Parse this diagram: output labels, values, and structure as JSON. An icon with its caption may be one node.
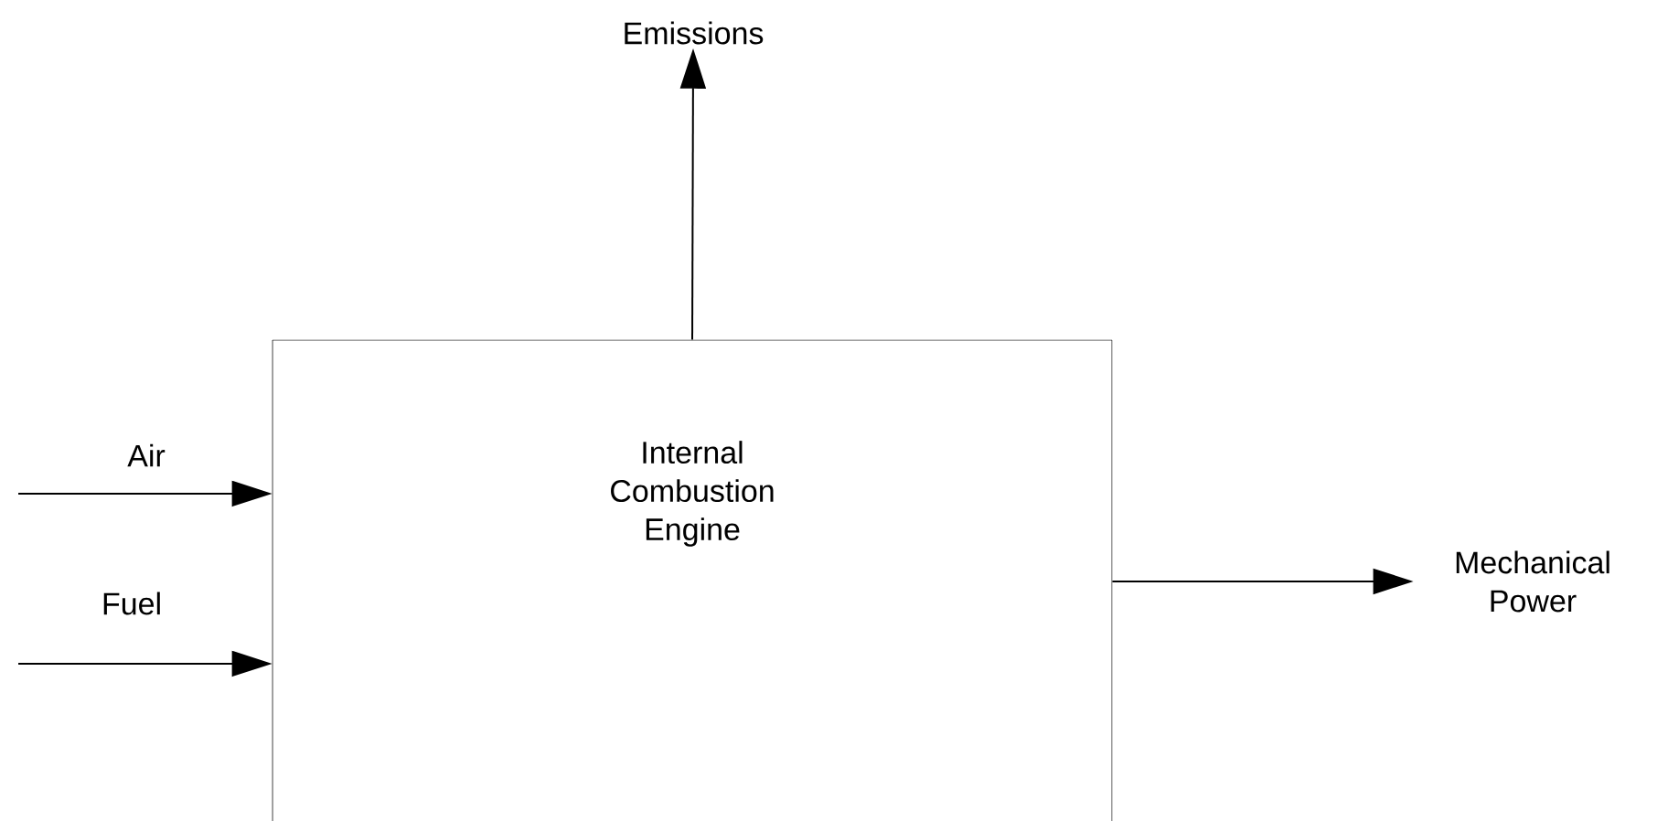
{
  "diagram": {
    "nodes": [
      {
        "text": [
          "Internal Combustion Engine"
        ]
      },
      {
        "text": [
          "Emissions"
        ]
      },
      {
        "text": [
          "Mechanical Power"
        ]
      }
    ],
    "edges": [
      {
        "from": null,
        "to": 0,
        "arrow": "to",
        "label": "Air"
      },
      {
        "from": null,
        "to": 0,
        "arrow": "to",
        "label": "Fuel"
      },
      {
        "from": 0,
        "to": 1,
        "arrow": "to"
      },
      {
        "from": 0,
        "to": 2,
        "arrow": "to"
      }
    ]
  }
}
